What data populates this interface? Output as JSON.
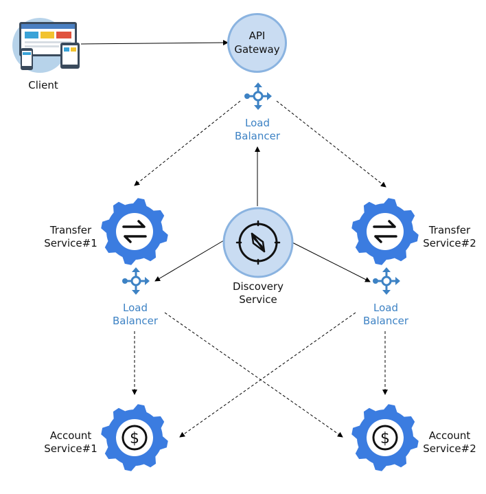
{
  "client": {
    "label": "Client"
  },
  "api_gateway": {
    "line1": "API",
    "line2": "Gateway"
  },
  "top_lb": {
    "line1": "Load",
    "line2": "Balancer"
  },
  "discovery": {
    "line1": "Discovery",
    "line2": "Service"
  },
  "transfer1": {
    "line1": "Transfer",
    "line2": "Service#1"
  },
  "transfer2": {
    "line1": "Transfer",
    "line2": "Service#2"
  },
  "lb_left": {
    "line1": "Load",
    "line2": "Balancer"
  },
  "lb_right": {
    "line1": "Load",
    "line2": "Balancer"
  },
  "account1": {
    "line1": "Account",
    "line2": "Service#1"
  },
  "account2": {
    "line1": "Account",
    "line2": "Service#2"
  },
  "colors": {
    "gear_blue": "#3b7ce0",
    "lb_blue": "#3d82c4",
    "circle_fill": "#c9dcf2",
    "circle_border": "#8ab3e0"
  },
  "icons": {
    "client": "devices-icon",
    "load_balancer": "load-balancer-icon",
    "discovery": "compass-icon",
    "transfer": "transfer-arrows-gear-icon",
    "account": "dollar-gear-icon"
  }
}
